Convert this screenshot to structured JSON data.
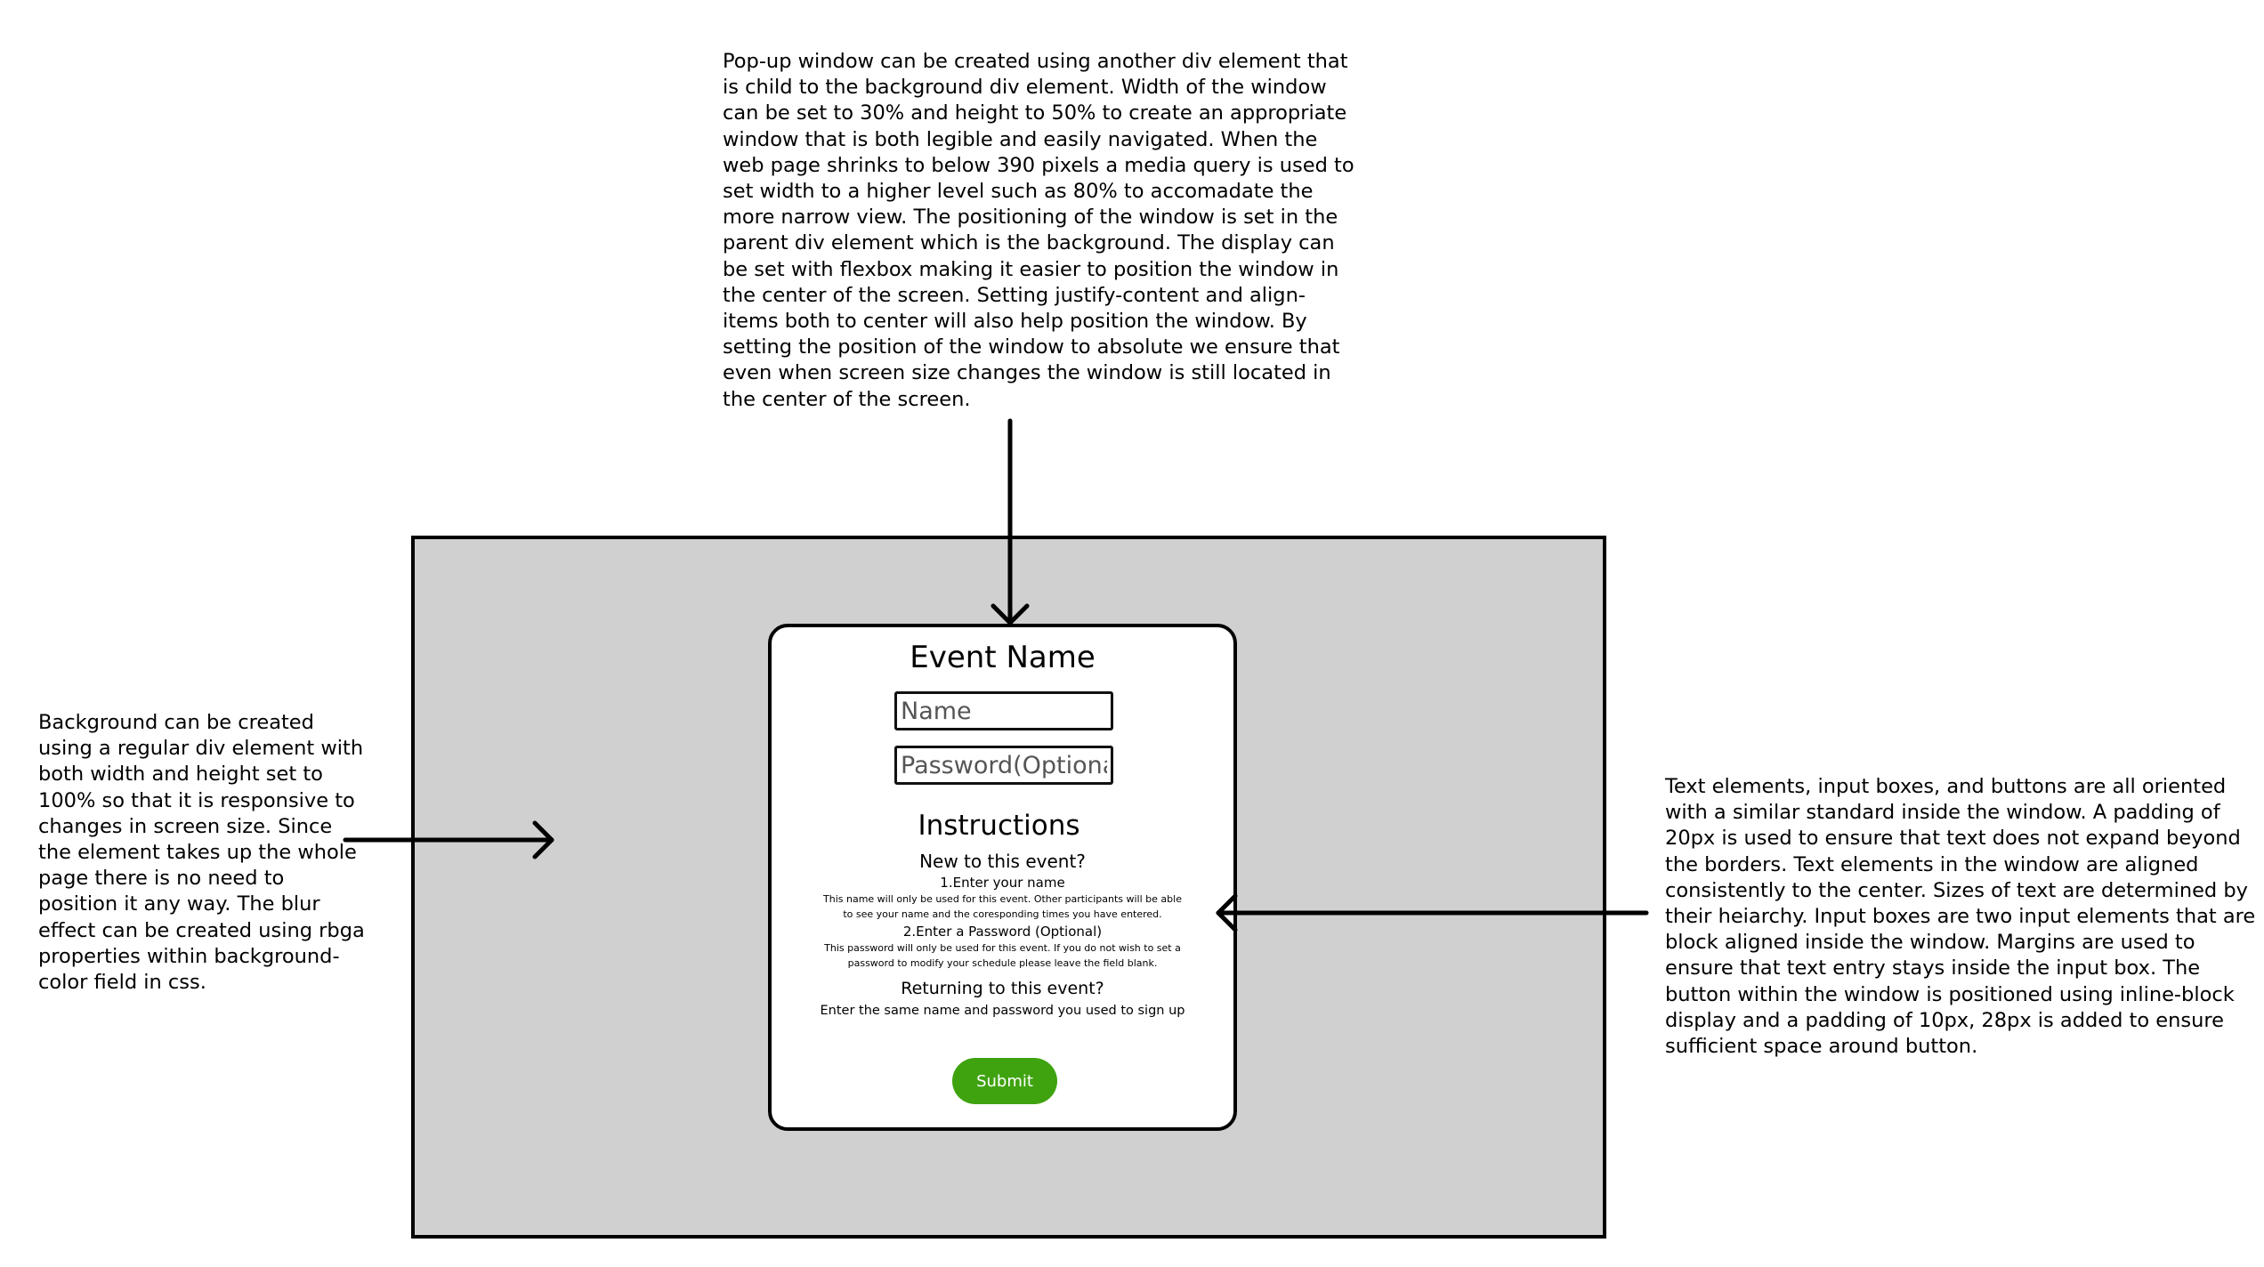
{
  "annotations": {
    "top": "Pop-up window can be created using another div element that is child to the background div element. Width of the window can be set to 30% and height to 50% to create an appropriate window that is both legible and easily navigated. When the web page shrinks to below 390 pixels a media query is used to set width to a higher level such as 80% to accomadate the more narrow view. The positioning of the window is set in the parent div element which is the background. The display can be set with flexbox making it easier to position the window in the center of the screen. Setting justify-content and align-items both to center will also help position the window. By setting the position of the window to absolute we ensure that even when screen size changes the window is still located in the center of the screen.",
    "left": "Background can be created using a regular div element with both width and height set to 100% so that it is responsive to changes in screen size. Since the element takes up the whole page there is no need to position it any way. The blur effect can be created using rbga properties within background-color field in css.",
    "right": "Text elements, input boxes, and buttons are all oriented with a similar standard inside the window. A padding of 20px is used to ensure that text does not expand beyond the borders. Text elements in the window are aligned consistently to the center. Sizes of text are determined by their heiarchy. Input boxes are two input elements that are block aligned inside the window. Margins are used to ensure that text entry stays inside the input box. The button within the window is positioned using inline-block display and a padding of 10px, 28px is added to ensure sufficient space around button."
  },
  "popup": {
    "title": "Event Name",
    "name_placeholder": "Name",
    "password_placeholder": "Password(Optional)",
    "instructions_heading": "Instructions",
    "new_heading": "New to this event?",
    "step1": "1.Enter your name",
    "step1_desc": "This name will only be used for this event. Other participants will be able to see your name and the coresponding times you have entered.",
    "step2": "2.Enter a Password (Optional)",
    "step2_desc": "This password will only be used for this event. If you do not wish to set a password to modify your schedule please leave the field blank.",
    "returning_heading": "Returning to this event?",
    "returning_desc": "Enter the same name and password you used to sign up",
    "submit_label": "Submit"
  },
  "colors": {
    "background_box": "#d0d0d0",
    "submit_button": "#3fa310",
    "lines": "#000000"
  }
}
